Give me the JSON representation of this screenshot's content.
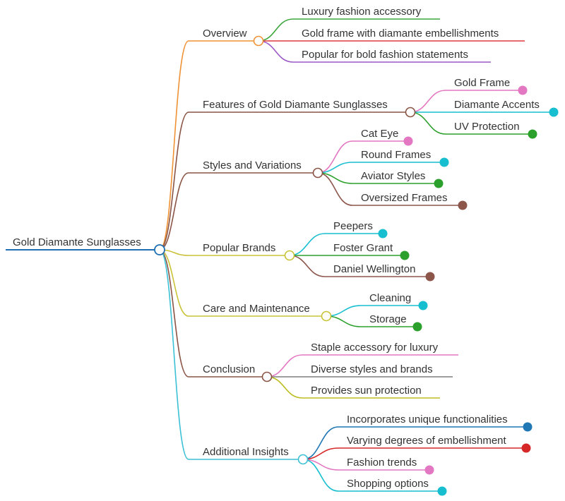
{
  "root": {
    "label": "Gold Diamante Sunglasses",
    "color": "#1f6fb2"
  },
  "branches": [
    {
      "label": "Overview",
      "color": "#ee9235",
      "children": [
        {
          "label": "Luxury fashion accessory",
          "color": "#3aa63a",
          "marker": "none"
        },
        {
          "label": "Gold frame with diamante embellishments",
          "color": "#e03a3a",
          "marker": "none"
        },
        {
          "label": "Popular for bold fashion statements",
          "color": "#9b59c6",
          "marker": "none"
        }
      ]
    },
    {
      "label": "Features of Gold Diamante Sunglasses",
      "color": "#8a5445",
      "children": [
        {
          "label": "Gold Frame",
          "color": "#e377c2",
          "marker": "dot"
        },
        {
          "label": "Diamante Accents",
          "color": "#17becf",
          "marker": "dot"
        },
        {
          "label": "UV Protection",
          "color": "#2ca02c",
          "marker": "dot"
        }
      ]
    },
    {
      "label": "Styles and Variations",
      "color": "#8a5445",
      "children": [
        {
          "label": "Cat Eye",
          "color": "#e377c2",
          "marker": "dot"
        },
        {
          "label": "Round Frames",
          "color": "#17becf",
          "marker": "dot"
        },
        {
          "label": "Aviator Styles",
          "color": "#2ca02c",
          "marker": "dot"
        },
        {
          "label": "Oversized Frames",
          "color": "#8c564b",
          "marker": "dot"
        }
      ]
    },
    {
      "label": "Popular Brands",
      "color": "#c9c237",
      "children": [
        {
          "label": "Peepers",
          "color": "#17becf",
          "marker": "dot"
        },
        {
          "label": "Foster Grant",
          "color": "#2ca02c",
          "marker": "dot"
        },
        {
          "label": "Daniel Wellington",
          "color": "#8c564b",
          "marker": "dot"
        }
      ]
    },
    {
      "label": "Care and Maintenance",
      "color": "#c9c237",
      "children": [
        {
          "label": "Cleaning",
          "color": "#17becf",
          "marker": "dot"
        },
        {
          "label": "Storage",
          "color": "#2ca02c",
          "marker": "dot"
        }
      ]
    },
    {
      "label": "Conclusion",
      "color": "#8a5445",
      "children": [
        {
          "label": "Staple accessory for luxury",
          "color": "#e377c2",
          "marker": "none"
        },
        {
          "label": "Diverse styles and brands",
          "color": "#7f7f7f",
          "marker": "none"
        },
        {
          "label": "Provides sun protection",
          "color": "#bcbd22",
          "marker": "none"
        }
      ]
    },
    {
      "label": "Additional Insights",
      "color": "#3bc0d6",
      "children": [
        {
          "label": "Incorporates unique functionalities",
          "color": "#1f77b4",
          "marker": "dot"
        },
        {
          "label": "Varying degrees of embellishment",
          "color": "#d62728",
          "marker": "dot"
        },
        {
          "label": "Fashion trends",
          "color": "#e377c2",
          "marker": "dot"
        },
        {
          "label": "Shopping options",
          "color": "#17becf",
          "marker": "dot"
        }
      ]
    }
  ]
}
